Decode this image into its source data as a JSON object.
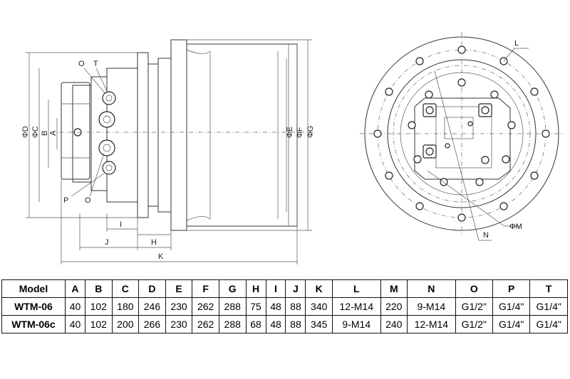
{
  "drawing": {
    "side_labels": {
      "O": "O",
      "T": "T",
      "P": "P",
      "O2": "O",
      "A": "A",
      "B": "B",
      "C": "ΦC",
      "D": "ΦD",
      "E": "ΦE",
      "F": "ΦF",
      "G": "ΦG",
      "H": "H",
      "I": "I",
      "J": "J",
      "K": "K"
    },
    "front_labels": {
      "L": "L",
      "M": "ΦM",
      "N": "N"
    }
  },
  "table": {
    "headers": [
      "Model",
      "A",
      "B",
      "C",
      "D",
      "E",
      "F",
      "G",
      "H",
      "I",
      "J",
      "K",
      "L",
      "M",
      "N",
      "O",
      "P",
      "T"
    ],
    "rows": [
      [
        "WTM-06",
        "40",
        "102",
        "180",
        "246",
        "230",
        "262",
        "288",
        "75",
        "48",
        "88",
        "340",
        "12-M14",
        "220",
        "9-M14",
        "G1/2\"",
        "G1/4\"",
        "G1/4\""
      ],
      [
        "WTM-06c",
        "40",
        "102",
        "200",
        "266",
        "230",
        "262",
        "288",
        "68",
        "48",
        "88",
        "345",
        "9-M14",
        "240",
        "12-M14",
        "G1/2\"",
        "G1/4\"",
        "G1/4\""
      ]
    ]
  }
}
